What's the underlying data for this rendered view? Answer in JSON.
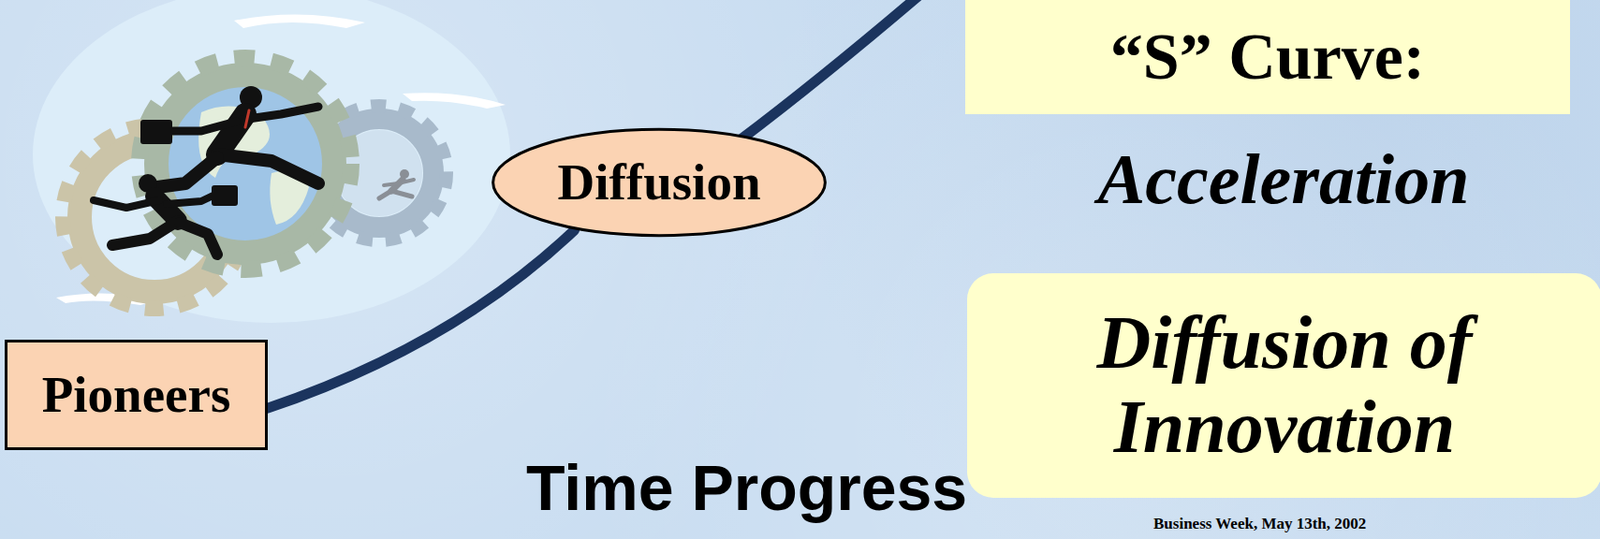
{
  "diagram": {
    "title": "“S” Curve:",
    "nodes": [
      {
        "text": [
          "Diffusion"
        ]
      },
      {
        "text": [
          "Diffusion of Innovation"
        ]
      },
      {
        "text": [
          "Pioneers"
        ]
      }
    ],
    "edges": [
      {
        "from": 2,
        "to": 0,
        "arrow": "none"
      }
    ],
    "labels": [
      "Acceleration",
      "Time Progress",
      "Business Week, May 13th, 2002"
    ]
  }
}
